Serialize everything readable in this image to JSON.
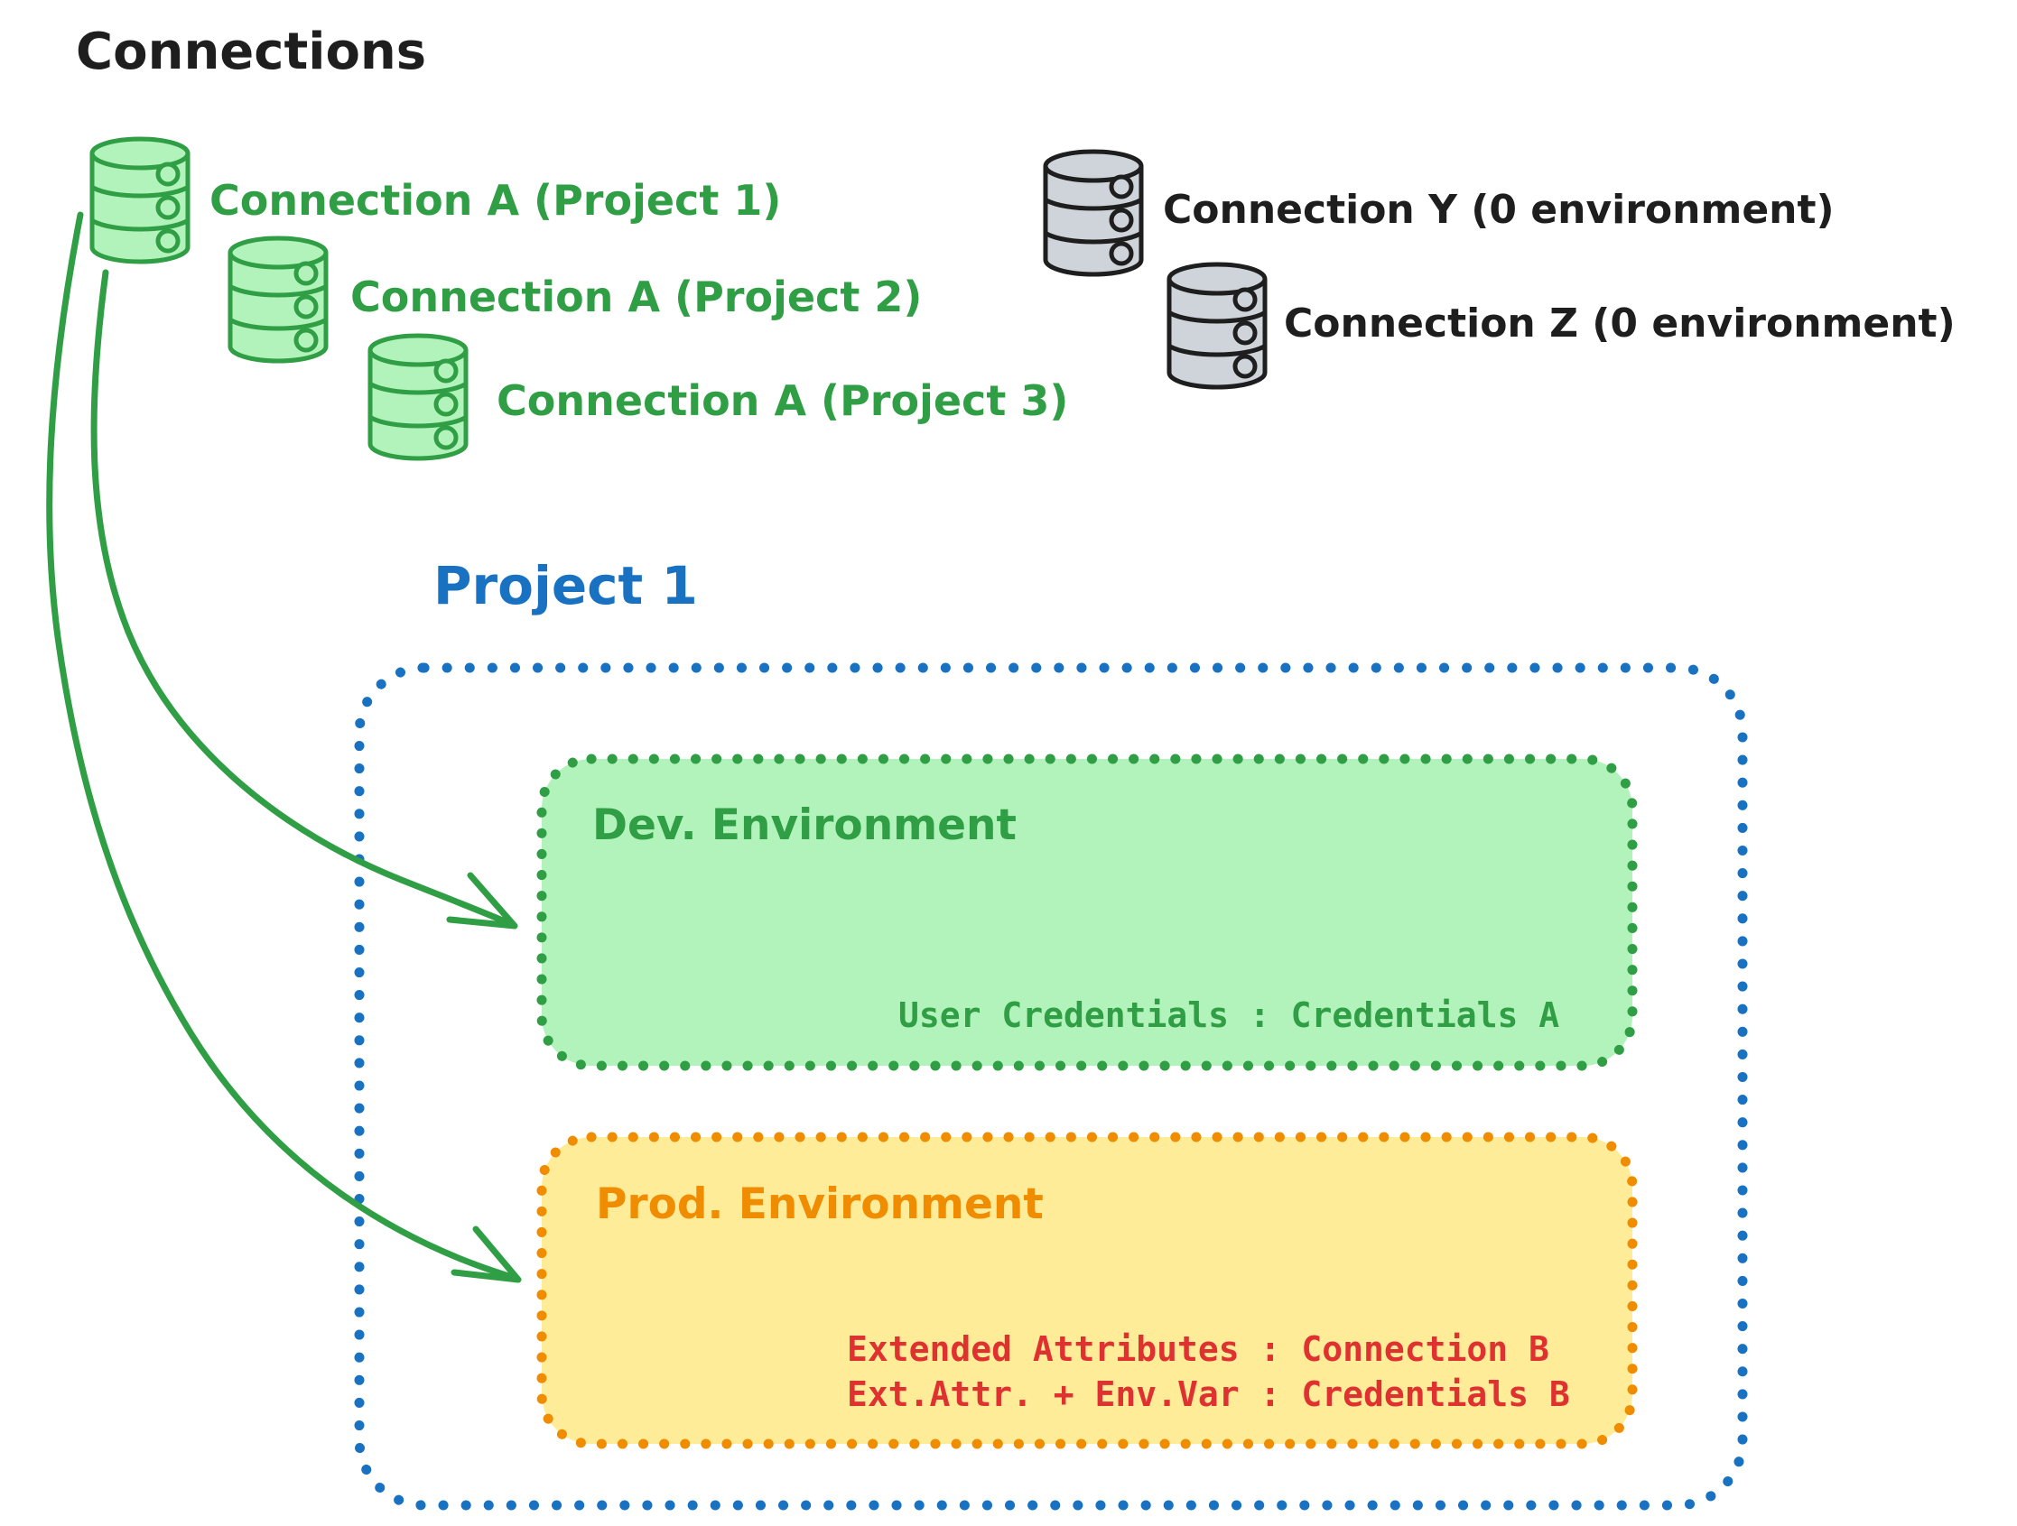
{
  "title": "Connections",
  "colors": {
    "green_stroke": "#2f9e44",
    "green_fill": "#b2f2bb",
    "gray_fill": "#ced4da",
    "black": "#1e1e1e",
    "blue": "#1971c2",
    "orange_stroke": "#f08c00",
    "orange_fill": "#ffec99",
    "red": "#e03131"
  },
  "connections": {
    "green": [
      {
        "label": "Connection A (Project 1)"
      },
      {
        "label": "Connection A (Project 2)"
      },
      {
        "label": "Connection A (Project 3)"
      }
    ],
    "gray": [
      {
        "label": "Connection Y (0 environment)"
      },
      {
        "label": "Connection Z (0 environment)"
      }
    ]
  },
  "project": {
    "title": "Project 1",
    "environments": [
      {
        "name": "Dev. Environment",
        "credentials": "User Credentials : Credentials A"
      },
      {
        "name": "Prod. Environment",
        "line1": "Extended Attributes : Connection B",
        "line2": "Ext.Attr. + Env.Var : Credentials B"
      }
    ]
  }
}
